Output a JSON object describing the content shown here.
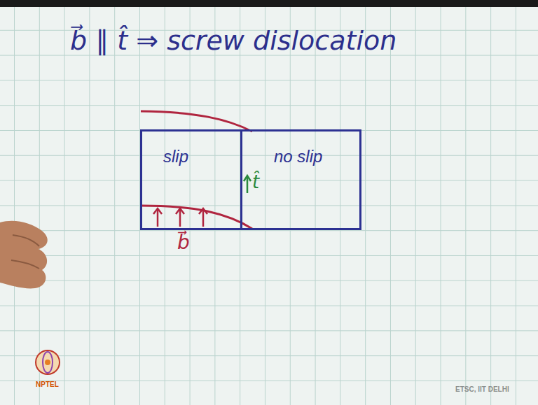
{
  "diagram": {
    "title": "b⃗ ∥ t̂ ⇒ screw dislocation",
    "nodes": [
      {
        "text": [
          "slip"
        ]
      },
      {
        "text": [
          "no slip"
        ]
      }
    ],
    "labels": [
      "b⃗",
      "t̂",
      "NPTEL",
      "ETSC, IIT DELHI"
    ]
  }
}
